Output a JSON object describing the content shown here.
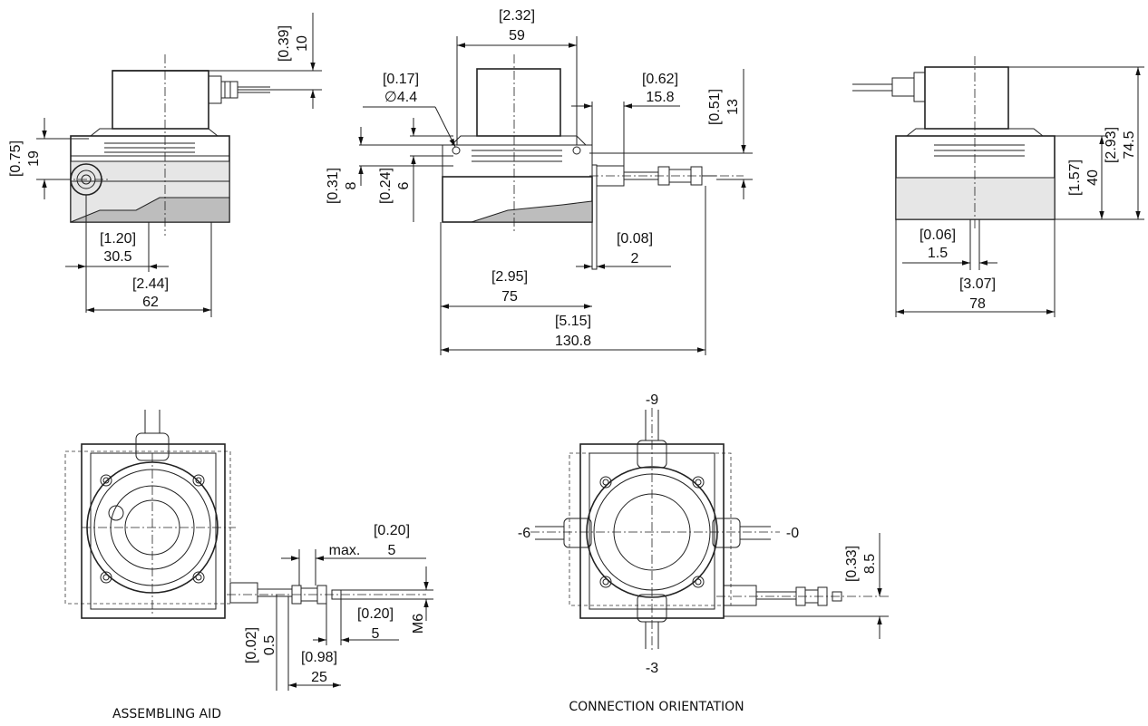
{
  "views": {
    "left_side": {
      "dims": {
        "d_10": {
          "inch": "[0.39]",
          "mm": "10"
        },
        "d_19": {
          "inch": "[0.75]",
          "mm": "19"
        },
        "d_30_5": {
          "inch": "[1.20]",
          "mm": "30.5"
        },
        "d_62": {
          "inch": "[2.44]",
          "mm": "62"
        }
      }
    },
    "front": {
      "dims": {
        "d_59": {
          "inch": "[2.32]",
          "mm": "59"
        },
        "d_4_4": {
          "inch": "[0.17]",
          "mm": "∅4.4"
        },
        "d_15_8": {
          "inch": "[0.62]",
          "mm": "15.8"
        },
        "d_13": {
          "inch": "[0.51]",
          "mm": "13"
        },
        "d_8": {
          "inch": "[0.31]",
          "mm": "8"
        },
        "d_6": {
          "inch": "[0.24]",
          "mm": "6"
        },
        "d_2": {
          "inch": "[0.08]",
          "mm": "2"
        },
        "d_75": {
          "inch": "[2.95]",
          "mm": "75"
        },
        "d_130_8": {
          "inch": "[5.15]",
          "mm": "130.8"
        }
      }
    },
    "right_side": {
      "dims": {
        "d_74_5": {
          "inch": "[2.93]",
          "mm": "74.5"
        },
        "d_40": {
          "inch": "[1.57]",
          "mm": "40"
        },
        "d_1_5": {
          "inch": "[0.06]",
          "mm": "1.5"
        },
        "d_78": {
          "inch": "[3.07]",
          "mm": "78"
        }
      }
    },
    "assembling_aid": {
      "caption": "ASSEMBLING AID",
      "dims": {
        "max_label": "max.",
        "d_5_max": {
          "inch": "[0.20]",
          "mm": "5"
        },
        "d_5": {
          "inch": "[0.20]",
          "mm": "5"
        },
        "thread": "M6",
        "d_0_5": {
          "inch": "[0.02]",
          "mm": "0.5"
        },
        "d_25": {
          "inch": "[0.98]",
          "mm": "25"
        }
      }
    },
    "connection_orientation": {
      "caption": "CONNECTION ORIENTATION",
      "labels": {
        "top": "-9",
        "left": "-6",
        "right": "-0",
        "bottom": "-3"
      },
      "dims": {
        "d_8_5": {
          "inch": "[0.33]",
          "mm": "8.5"
        }
      }
    }
  }
}
